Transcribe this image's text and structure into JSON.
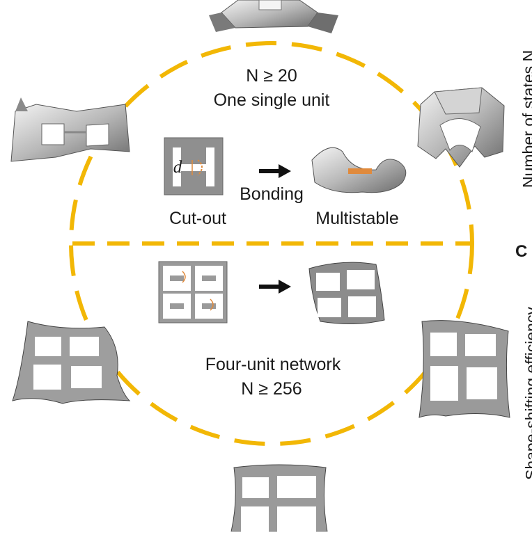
{
  "top_half": {
    "n_label": "N ≥ 20",
    "unit_label": "One single unit",
    "d_label": "d",
    "bonding_label": "Bonding",
    "cutout_label": "Cut-out",
    "multistable_label": "Multistable"
  },
  "bottom_half": {
    "network_label": "Four-unit network",
    "n_label": "N ≥ 256"
  },
  "right_edge": {
    "axis_label": "Number of states N",
    "panel_letter": "C",
    "axis_label_2": "Shape-shifting efficiency"
  },
  "colors": {
    "ring": "#f2b705",
    "metal_dark": "#6f6f6f",
    "metal_light": "#e4e4e4",
    "bond": "#e08a3c",
    "arrow": "#111111"
  }
}
